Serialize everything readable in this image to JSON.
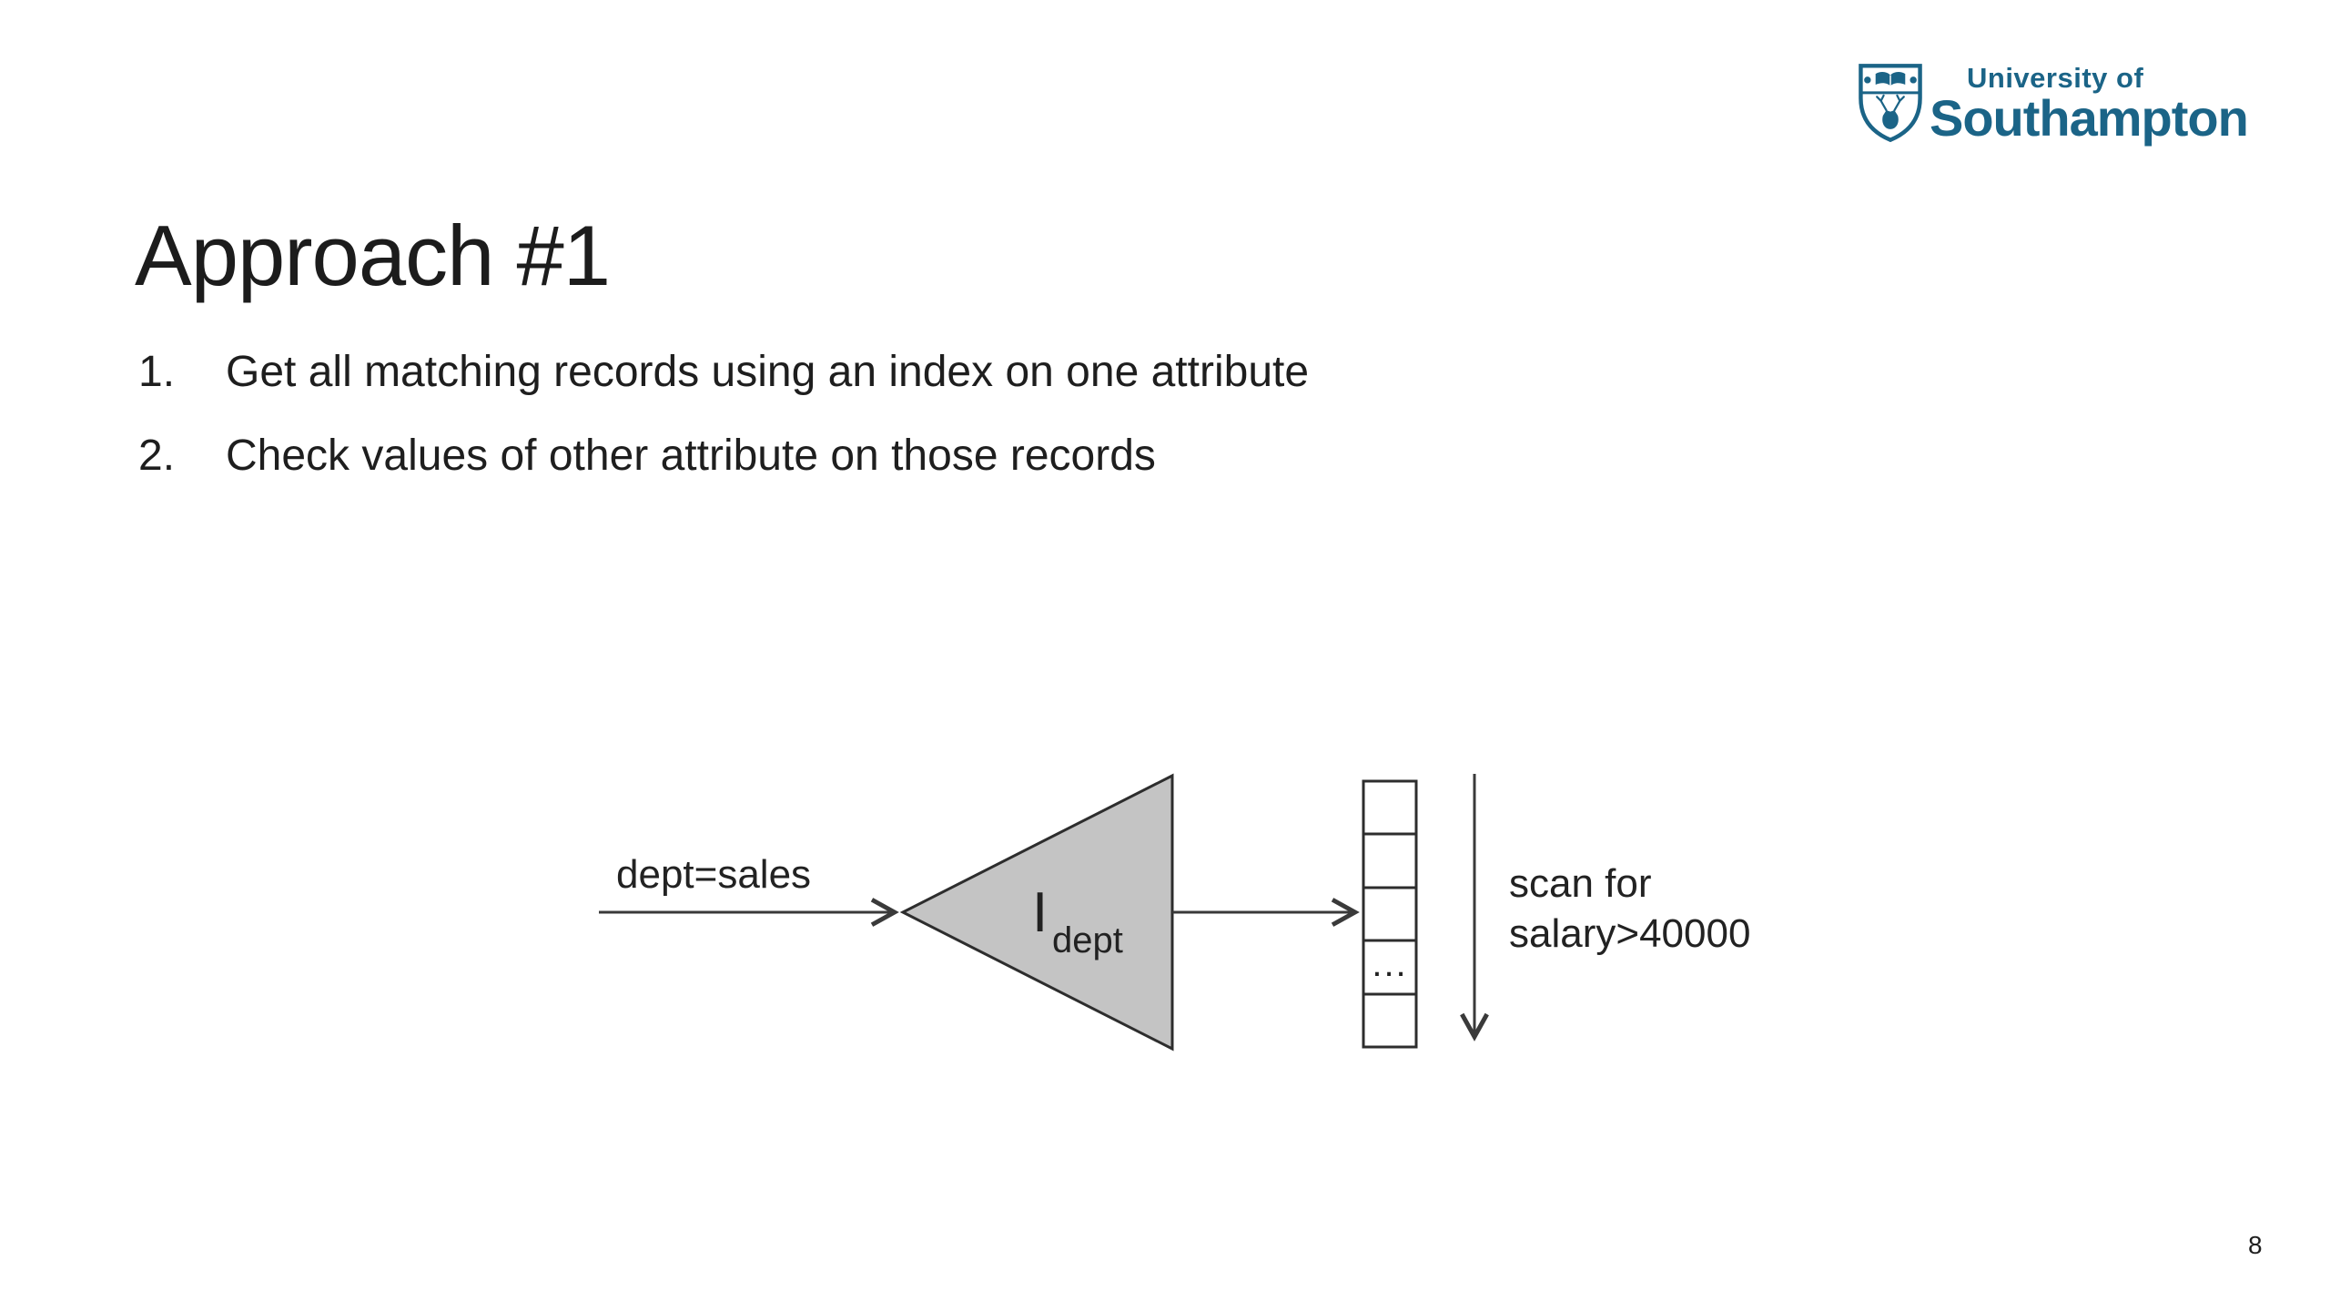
{
  "slide": {
    "title": "Approach #1",
    "page_number": "8"
  },
  "logo": {
    "line1": "University of",
    "line2": "Southampton",
    "color": "#1b6487"
  },
  "list": {
    "items": [
      {
        "number": "1.",
        "text": "Get all matching records using an index on one attribute"
      },
      {
        "number": "2.",
        "text": "Check values of other attribute on those records"
      }
    ]
  },
  "diagram": {
    "input_label": "dept=sales",
    "index_label_main": "I",
    "index_label_sub": "dept",
    "ellipsis": "...",
    "scan_label_line1": "scan for",
    "scan_label_line2": "salary>40000",
    "record_cell_count": 5,
    "ellipsis_cell_index": 4
  },
  "colors": {
    "logo_blue": "#1b6487",
    "triangle_fill": "#c4c4c4",
    "diagram_line": "#3a3a3a",
    "text": "#1e1e1e"
  }
}
